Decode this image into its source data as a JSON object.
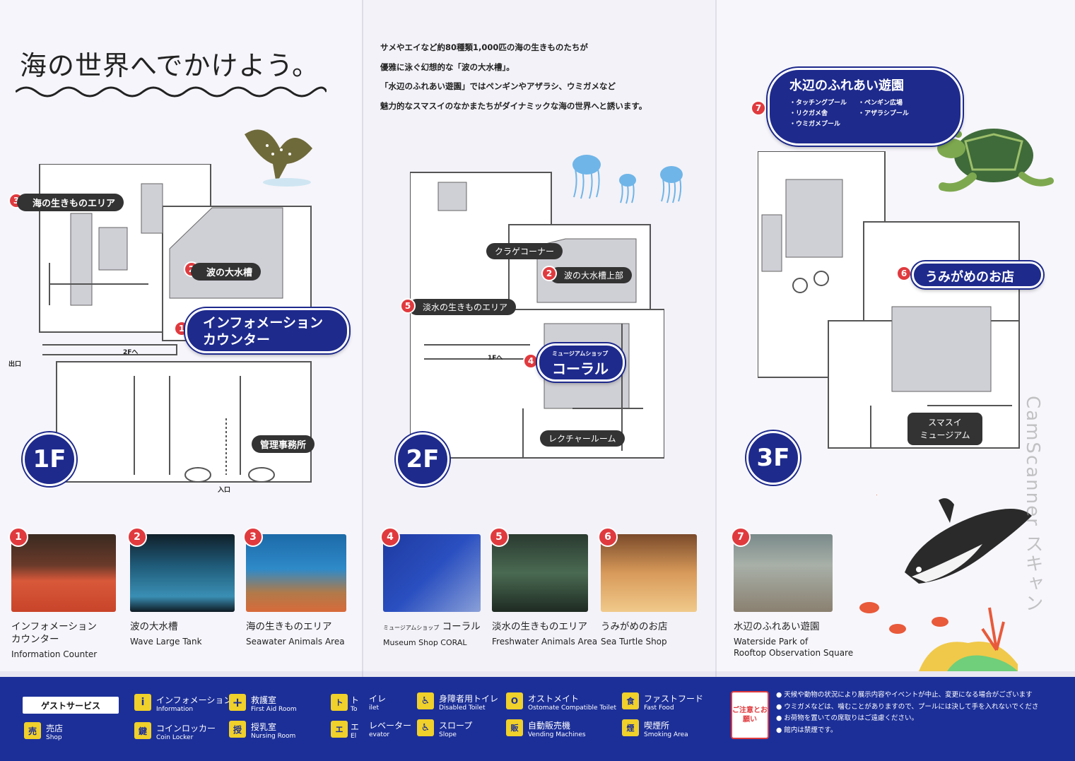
{
  "headline": "海の世界へでかけよう。",
  "intro": [
    "サメやエイなど約80種類1,000匹の海の生きものたちが",
    "優雅に泳ぐ幻想的な「波の大水槽」。",
    "「水辺のふれあい遊園」ではペンギンやアザラシ、ウミガメなど",
    "魅力的なスマスイのなかまたちがダイナミックな海の世界へと誘います。"
  ],
  "colors": {
    "navy": "#1e2a8c",
    "legend_bg": "#1c2f98",
    "marker_red": "#e03a3e",
    "icon_yellow": "#f0d02a"
  },
  "floors": {
    "f1": {
      "label": "1F",
      "area3": {
        "num": "3",
        "label": "海の生きものエリア"
      },
      "area2": {
        "num": "2",
        "label": "波の大水槽"
      },
      "info": {
        "num": "1",
        "line1": "インフォメーション",
        "line2": "カウンター"
      },
      "office": "管理事務所",
      "exit": "出口",
      "entrance": "入口",
      "to2f": "2Fへ"
    },
    "f2": {
      "label": "2F",
      "jelly": "クラゲコーナー",
      "area2": {
        "num": "2",
        "label": "波の大水槽上部"
      },
      "area5": {
        "num": "5",
        "label": "淡水の生きものエリア"
      },
      "shop": {
        "num": "4",
        "small": "ミュージアムショップ",
        "big": "コーラル"
      },
      "lecture": "レクチャールーム",
      "to1f": "1Fへ"
    },
    "f3": {
      "label": "3F",
      "park": {
        "num": "7",
        "title": "水辺のふれあい遊園",
        "col1": [
          "・タッチングプール",
          "・リクガメ舎",
          "・ウミガメプール"
        ],
        "col2": [
          "・ペンギン広場",
          "・アザラシプール"
        ]
      },
      "shop6": {
        "num": "6",
        "label": "うみがめのお店"
      },
      "museum": {
        "line1": "スマスイ",
        "line2": "ミュージアム"
      }
    }
  },
  "photos": [
    {
      "num": "1",
      "jp1": "インフォメーション",
      "jp2": "カウンター",
      "en": "Information Counter"
    },
    {
      "num": "2",
      "jp1": "波の大水槽",
      "jp2": "",
      "en": "Wave Large Tank"
    },
    {
      "num": "3",
      "jp1": "海の生きものエリア",
      "jp2": "",
      "en": "Seawater Animals Area"
    },
    {
      "num": "4",
      "jp_small": "ミュージアムショップ",
      "jp1": "コーラル",
      "en": "Museum Shop CORAL"
    },
    {
      "num": "5",
      "jp1": "淡水の生きものエリア",
      "en": "Freshwater Animals Area"
    },
    {
      "num": "6",
      "jp1": "うみがめのお店",
      "en": "Sea Turtle Shop"
    },
    {
      "num": "7",
      "jp1": "水辺のふれあい遊園",
      "en1": "Waterside Park of",
      "en2": "Rooftop Observation Square"
    }
  ],
  "legend": {
    "title": "ゲストサービス",
    "items": [
      {
        "icon": "shop-icon",
        "glyph": "売",
        "jp": "売店",
        "en": "Shop"
      },
      {
        "icon": "info-icon",
        "glyph": "i",
        "jp": "インフォメーション",
        "en": "Information"
      },
      {
        "icon": "locker-icon",
        "glyph": "鍵",
        "jp": "コインロッカー",
        "en": "Coin Locker"
      },
      {
        "icon": "first-aid-icon",
        "glyph": "+",
        "jp": "救護室",
        "en": "First Aid Room"
      },
      {
        "icon": "nursing-icon",
        "glyph": "授",
        "jp": "授乳室",
        "en": "Nursing Room"
      },
      {
        "icon": "toilet-icon",
        "glyph": "ト",
        "jp": "ト",
        "en": "To"
      },
      {
        "icon": "elevator-icon",
        "glyph": "エ",
        "jp": "エ",
        "en": "El"
      },
      {
        "icon": "toilet-icon-2",
        "glyph": "",
        "jp": "イレ",
        "en": "ilet"
      },
      {
        "icon": "elevator-icon-2",
        "glyph": "",
        "jp": "レベーター",
        "en": "evator"
      },
      {
        "icon": "accessible-toilet-icon",
        "glyph": "♿",
        "jp": "身障者用トイレ",
        "en": "Disabled Toilet"
      },
      {
        "icon": "slope-icon",
        "glyph": "♿",
        "jp": "スロープ",
        "en": "Slope"
      },
      {
        "icon": "ostomate-icon",
        "glyph": "O",
        "jp": "オストメイト",
        "en": "Ostomate Compatible Toilet"
      },
      {
        "icon": "vending-icon",
        "glyph": "販",
        "jp": "自動販売機",
        "en": "Vending Machines"
      },
      {
        "icon": "fast-food-icon",
        "glyph": "食",
        "jp": "ファストフード",
        "en": "Fast Food"
      },
      {
        "icon": "smoking-icon",
        "glyph": "煙",
        "jp": "喫煙所",
        "en": "Smoking Area"
      }
    ]
  },
  "notice": {
    "label": "ご注意とお願い",
    "lines": [
      "● 天候や動物の状況により展示内容やイベントが中止、変更になる場合がございます",
      "● ウミガメなどは、噛むことがありますので、プールには決して手を入れないでくださ",
      "● お荷物を置いての席取りはご遠慮ください。",
      "● 館内は禁煙です。"
    ]
  },
  "watermark": "CamScanner スキャン"
}
